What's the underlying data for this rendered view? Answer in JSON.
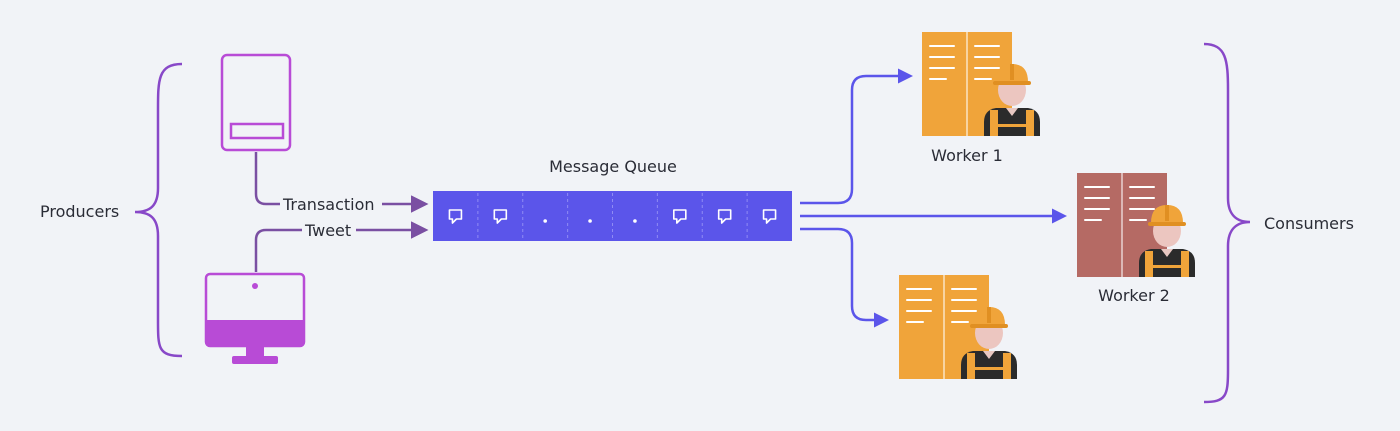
{
  "labels": {
    "producers": "Producers",
    "consumers": "Consumers",
    "message_queue": "Message Queue",
    "transaction": "Transaction",
    "tweet": "Tweet",
    "worker1": "Worker 1",
    "worker2": "Worker 2"
  },
  "queue": {
    "slots": [
      "message",
      "message",
      "dot",
      "dot",
      "dot",
      "message",
      "message",
      "message"
    ]
  },
  "colors": {
    "background": "#f1f3f7",
    "bracket": "#8848c8",
    "producer_device": "#b84bd6",
    "producer_arrow": "#7a4fa2",
    "queue_fill": "#5b55ea",
    "consumer_arrow": "#5b55ea",
    "worker_orange": "#f0a43a",
    "worker_brown": "#b56a64",
    "text": "#2a2c36"
  },
  "icons": [
    "phone-icon",
    "desktop-monitor-icon",
    "message-icon",
    "server-rack-icon",
    "worker-icon"
  ]
}
